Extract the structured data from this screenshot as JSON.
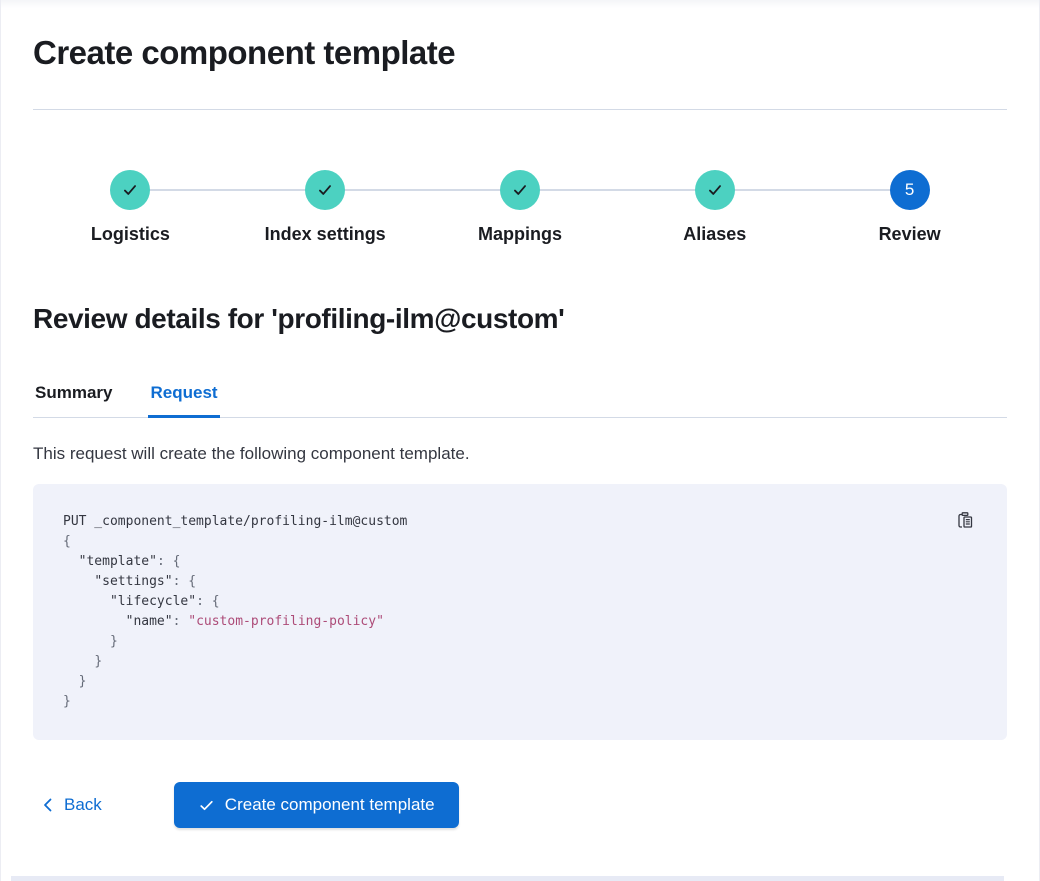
{
  "colors": {
    "primary": "#0e6dd2",
    "teal": "#4cd1c1",
    "text": "#343741",
    "title": "#1a1c21",
    "divider": "#d3dae6",
    "code_bg": "#f0f2fa",
    "code_punct": "#646a77",
    "code_string": "#ad4c78",
    "strip": "#e7eaf5"
  },
  "page": {
    "title": "Create component template"
  },
  "steps": {
    "items": [
      {
        "label": "Logistics",
        "status": "complete"
      },
      {
        "label": "Index settings",
        "status": "complete"
      },
      {
        "label": "Mappings",
        "status": "complete"
      },
      {
        "label": "Aliases",
        "status": "complete"
      },
      {
        "label": "Review",
        "status": "current",
        "number": "5"
      }
    ]
  },
  "review": {
    "heading": "Review details for 'profiling-ilm@custom'"
  },
  "tabs": {
    "items": [
      {
        "label": "Summary",
        "active": false
      },
      {
        "label": "Request",
        "active": true
      }
    ]
  },
  "request_tab": {
    "description": "This request will create the following component template."
  },
  "code": {
    "copy_icon": "copy-clipboard-icon",
    "lines": [
      [
        [
          "plain",
          "PUT _component_template/profiling-ilm@custom"
        ]
      ],
      [
        [
          "punct",
          "{"
        ]
      ],
      [
        [
          "plain",
          "  "
        ],
        [
          "key",
          "\"template\""
        ],
        [
          "punct",
          ": {"
        ]
      ],
      [
        [
          "plain",
          "    "
        ],
        [
          "key",
          "\"settings\""
        ],
        [
          "punct",
          ": {"
        ]
      ],
      [
        [
          "plain",
          "      "
        ],
        [
          "key",
          "\"lifecycle\""
        ],
        [
          "punct",
          ": {"
        ]
      ],
      [
        [
          "plain",
          "        "
        ],
        [
          "key",
          "\"name\""
        ],
        [
          "punct",
          ": "
        ],
        [
          "string",
          "\"custom-profiling-policy\""
        ]
      ],
      [
        [
          "plain",
          "      "
        ],
        [
          "punct",
          "}"
        ]
      ],
      [
        [
          "plain",
          "    "
        ],
        [
          "punct",
          "}"
        ]
      ],
      [
        [
          "plain",
          "  "
        ],
        [
          "punct",
          "}"
        ]
      ],
      [
        [
          "punct",
          "}"
        ]
      ]
    ]
  },
  "footer": {
    "back_label": "Back",
    "create_label": "Create component template"
  }
}
